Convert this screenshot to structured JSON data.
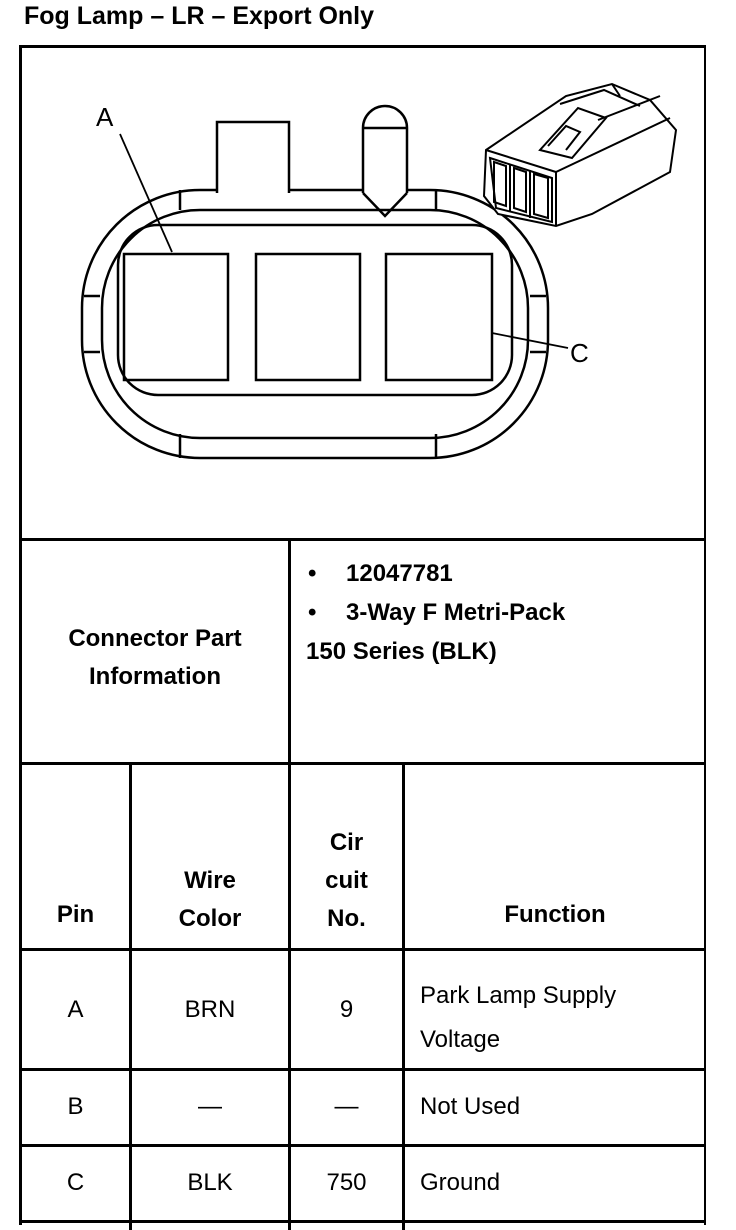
{
  "title": "Fog Lamp – LR – Export Only",
  "diagram": {
    "label_a": "A",
    "label_c": "C"
  },
  "connector_info": {
    "label_line1": "Connector Part",
    "label_line2": "Information",
    "bullets": [
      "12047781",
      "3-Way F Metri-Pack"
    ],
    "bullet_symbol": "•",
    "continuation": "150 Series (BLK)"
  },
  "table": {
    "headers": {
      "pin": "Pin",
      "wire_color_1": "Wire",
      "wire_color_2": "Color",
      "circuit_1": "Cir",
      "circuit_2": "cuit",
      "circuit_3": "No.",
      "function": "Function"
    },
    "rows": [
      {
        "pin": "A",
        "wire": "BRN",
        "circuit": "9",
        "function_1": "Park Lamp Supply",
        "function_2": "Voltage"
      },
      {
        "pin": "B",
        "wire": "—",
        "circuit": "—",
        "function_1": "Not Used",
        "function_2": ""
      },
      {
        "pin": "C",
        "wire": "BLK",
        "circuit": "750",
        "function_1": "Ground",
        "function_2": ""
      }
    ]
  }
}
